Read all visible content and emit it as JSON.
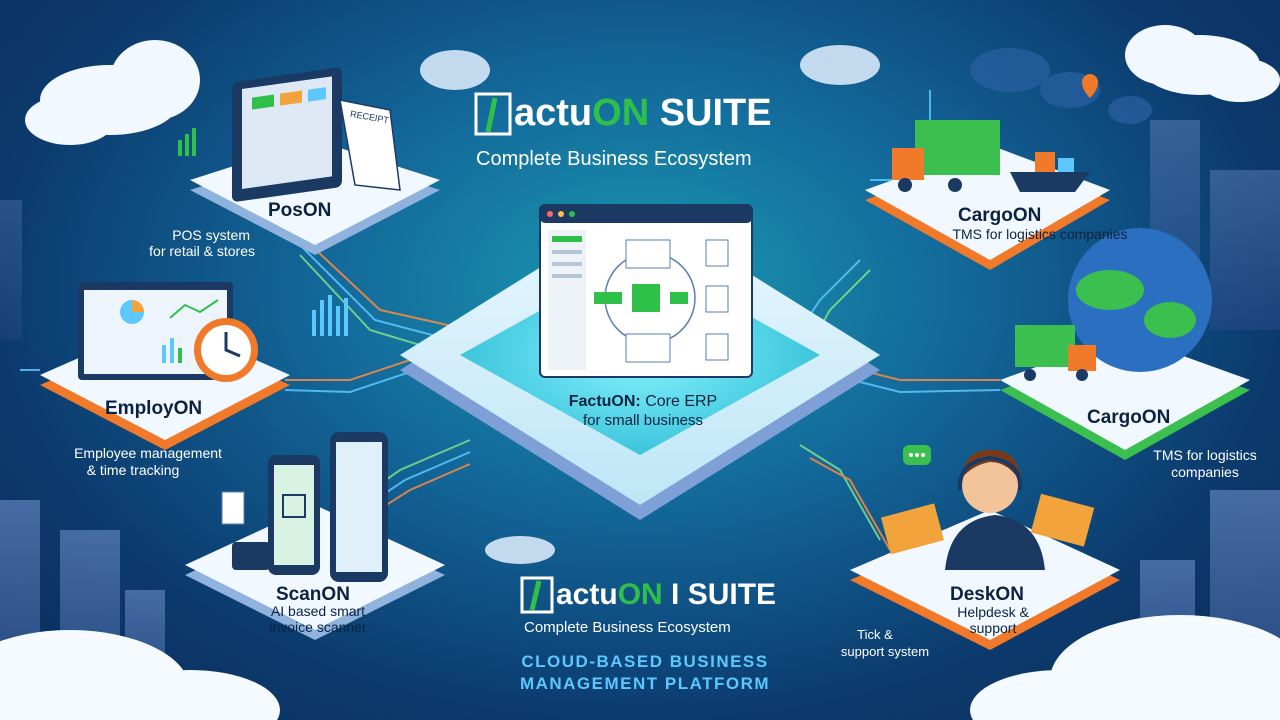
{
  "header": {
    "brand_prefix": "actu",
    "brand_on": "ON",
    "brand_suffix": "SUITE",
    "subtitle": "Complete Business Ecosystem"
  },
  "center_module": {
    "name": "FactuON:",
    "desc_line1": "Core ERP",
    "desc_line2": "for small business"
  },
  "modules": {
    "poson": {
      "name": "PosON",
      "desc_line1": "POS system",
      "desc_line2": "for retail & stores",
      "receipt": "RECEIPT"
    },
    "employon": {
      "name": "EmployON",
      "desc_line1": "Employee management",
      "desc_line2": "& time tracking"
    },
    "scanon": {
      "name": "ScanON",
      "desc_line1": "AI based smart",
      "desc_line2": "invoice scanner"
    },
    "cargoon_top": {
      "name": "CargoON",
      "desc_line1": "TMS for logistics companies"
    },
    "cargoon_mid": {
      "name": "CargoON",
      "desc_line1": "TMS for logistics",
      "desc_line2": "companies"
    },
    "deskon": {
      "name": "DeskON",
      "desc_line1": "Helpdesk &",
      "desc_line2": "support",
      "extra_line1": "Tick &",
      "extra_line2": "support system"
    }
  },
  "footer": {
    "brand_prefix": "actu",
    "brand_on": "ON",
    "brand_suffix": "I SUITE",
    "subtitle": "Complete Business Ecosystem",
    "tagline_line1": "CLOUD-BASED BUSINESS",
    "tagline_line2": "MANAGEMENT PLATFORM"
  },
  "colors": {
    "brand_green": "#2fc04a",
    "accent_blue": "#5cc8ff",
    "orange_edge": "#f07a2a",
    "green_edge": "#3bbf4f",
    "bg_teal": "#1a9ab0",
    "bg_navy": "#0a2a56"
  }
}
